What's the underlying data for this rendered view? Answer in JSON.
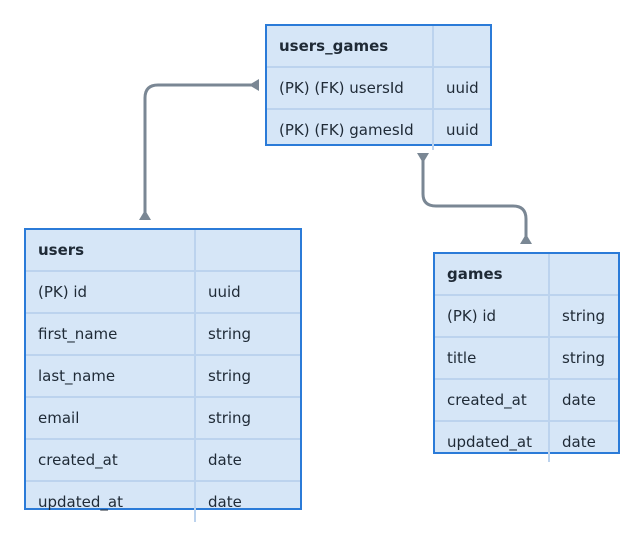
{
  "diagram": {
    "colors": {
      "table_fill": "#d6e6f7",
      "table_border": "#2b7bd8",
      "row_divider": "#bcd3ee",
      "connector": "#7a8794"
    },
    "tables": {
      "users_games": {
        "name": "users_games",
        "type_header": "",
        "fields": [
          {
            "name": "(PK) (FK) usersId",
            "type": "uuid"
          },
          {
            "name": "(PK) (FK) gamesId",
            "type": "uuid"
          }
        ]
      },
      "users": {
        "name": "users",
        "type_header": "",
        "fields": [
          {
            "name": "(PK) id",
            "type": "uuid"
          },
          {
            "name": "first_name",
            "type": "string"
          },
          {
            "name": "last_name",
            "type": "string"
          },
          {
            "name": "email",
            "type": "string"
          },
          {
            "name": "created_at",
            "type": "date"
          },
          {
            "name": "updated_at",
            "type": "date"
          }
        ]
      },
      "games": {
        "name": "games",
        "type_header": "",
        "fields": [
          {
            "name": "(PK) id",
            "type": "string"
          },
          {
            "name": "title",
            "type": "string"
          },
          {
            "name": "created_at",
            "type": "date"
          },
          {
            "name": "updated_at",
            "type": "date"
          }
        ]
      }
    },
    "relations": [
      {
        "from": "users",
        "to": "users_games"
      },
      {
        "from": "games",
        "to": "users_games"
      }
    ]
  }
}
